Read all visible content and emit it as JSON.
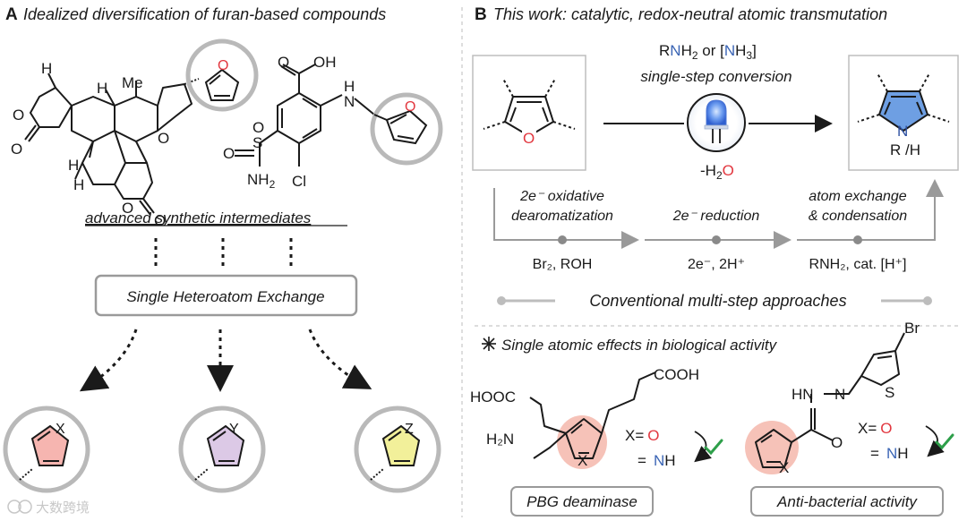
{
  "panel_a": {
    "letter": "A",
    "title": "Idealized  diversification of furan-based compounds",
    "intermediates_label": "advanced synthetic intermediates",
    "exchange_box": "Single Heteroatom Exchange",
    "product_atoms": [
      "X",
      "Y",
      "Z"
    ],
    "product_colors": [
      "#f6b5b0",
      "#dcc9e6",
      "#f2f09a"
    ],
    "mol1_labels": {
      "h_top": "H",
      "me": "Me",
      "h_mid": "H",
      "h_bot1": "H",
      "h_bot2": "H",
      "o1": "O",
      "o2": "O",
      "o3": "O",
      "o4": "O",
      "o5": "O",
      "o6": "O"
    },
    "mol2_labels": {
      "cooh": "O",
      "oh": "OH",
      "nh": "H",
      "n": "N",
      "s": "S",
      "o_s1": "O",
      "o_s2": "O",
      "nh2": "NH",
      "nh2_sub": "2",
      "cl": "Cl",
      "o_fur": "O"
    }
  },
  "panel_b": {
    "letter": "B",
    "title": "This work: catalytic, redox-neutral atomic transmutation",
    "reagent_r": "R",
    "reagent_n": "N",
    "reagent_h2": "H",
    "reagent_h2_sub": "2",
    "reagent_or": "or [",
    "reagent_n2": "N",
    "reagent_h3": "H",
    "reagent_h3_sub": "3",
    "reagent_end": "]",
    "conversion": "single-step conversion",
    "water_pre": "-H",
    "water_sub": "2",
    "water_o": "O",
    "furan_o": "O",
    "pyrrole_n": "N",
    "pyrrole_sub": "R /H",
    "steps": [
      {
        "label1": "2e⁻ oxidative",
        "label2": "dearomatization",
        "reagent": "Br₂, ROH"
      },
      {
        "label1": "2e⁻ reduction",
        "label2": "",
        "reagent": "2e⁻, 2H⁺"
      },
      {
        "label1": "atom exchange",
        "label2": "& condensation",
        "reagent": "RNH₂, cat. [H⁺]"
      }
    ],
    "conventional": "Conventional multi-step approaches",
    "bio_title": "Single atomic effects in biological activity",
    "pbg": {
      "cooh1": "HOOC",
      "cooh2": "COOH",
      "amine": "H₂N",
      "x": "X",
      "x_eq": "X=",
      "x_o": "O",
      "eq": "=",
      "nh_n": "N",
      "nh_h": "H",
      "label": "PBG deaminase"
    },
    "antibac": {
      "br": "Br",
      "s": "S",
      "hn": "HN",
      "n": "N",
      "o": "O",
      "x": "X",
      "x_eq": "X=",
      "x_o": "O",
      "eq": "=",
      "nh_n": "N",
      "nh_h": "H",
      "label": "Anti-bacterial activity"
    }
  },
  "watermark": "大数跨境",
  "colors": {
    "red": "#e2373f",
    "blue": "#3a64b4",
    "green": "#2e9f4a",
    "gray_box": "#8a8a8a",
    "highlight": "#f4b3a6",
    "pyrrole_blue": "#5b8fd9",
    "light_gray": "#bdbdbd"
  }
}
